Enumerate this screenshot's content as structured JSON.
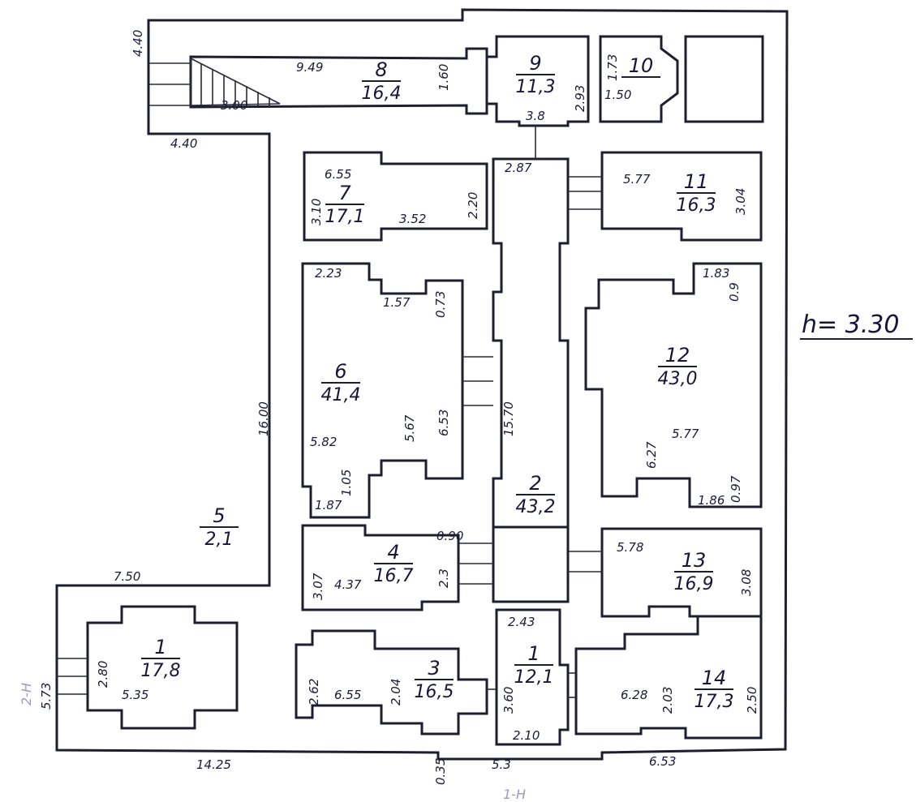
{
  "height_note": "h= 3.30",
  "rooms": [
    {
      "id": "r1",
      "number": "1",
      "area": "17,8"
    },
    {
      "id": "r1b",
      "number": "1",
      "area": "12,1"
    },
    {
      "id": "r2",
      "number": "2",
      "area": "43,2"
    },
    {
      "id": "r3",
      "number": "3",
      "area": "16,5"
    },
    {
      "id": "r4",
      "number": "4",
      "area": "16,7"
    },
    {
      "id": "r5",
      "number": "5",
      "area": "2,1"
    },
    {
      "id": "r6",
      "number": "6",
      "area": "41,4"
    },
    {
      "id": "r7",
      "number": "7",
      "area": "17,1"
    },
    {
      "id": "r8",
      "number": "8",
      "area": "16,4"
    },
    {
      "id": "r9",
      "number": "9",
      "area": "11,3"
    },
    {
      "id": "r10",
      "number": "10",
      "area": ""
    },
    {
      "id": "r11",
      "number": "11",
      "area": "16,3"
    },
    {
      "id": "r12",
      "number": "12",
      "area": "43,0"
    },
    {
      "id": "r13",
      "number": "13",
      "area": "16,9"
    },
    {
      "id": "r14",
      "number": "14",
      "area": "17,3"
    }
  ],
  "dims": [
    "4.40",
    "9.49",
    "1.60",
    "2.93",
    "1.73",
    "1.50",
    "3.8",
    "4.40",
    "6.55",
    "3.10",
    "3.52",
    "2.20",
    "2.87",
    "5.77",
    "3.04",
    "2.23",
    "1.57",
    "0.73",
    "1.83",
    "0.9",
    "16.00",
    "6.53",
    "5.67",
    "15.70",
    "5.82",
    "6.27",
    "5.77",
    "1.87",
    "1.05",
    "1.86",
    "0.97",
    "3.07",
    "4.37",
    "0.90",
    "2.3",
    "5.78",
    "3.08",
    "7.50",
    "2.43",
    "2.80",
    "5.35",
    "5.73",
    "2.62",
    "6.55",
    "2.04",
    "3.60",
    "6.28",
    "2.03",
    "2.50",
    "2.10",
    "14.25",
    "0.35",
    "5.3",
    "6.53",
    "3.00"
  ],
  "side_marks": [
    "2-H",
    "1-H"
  ]
}
